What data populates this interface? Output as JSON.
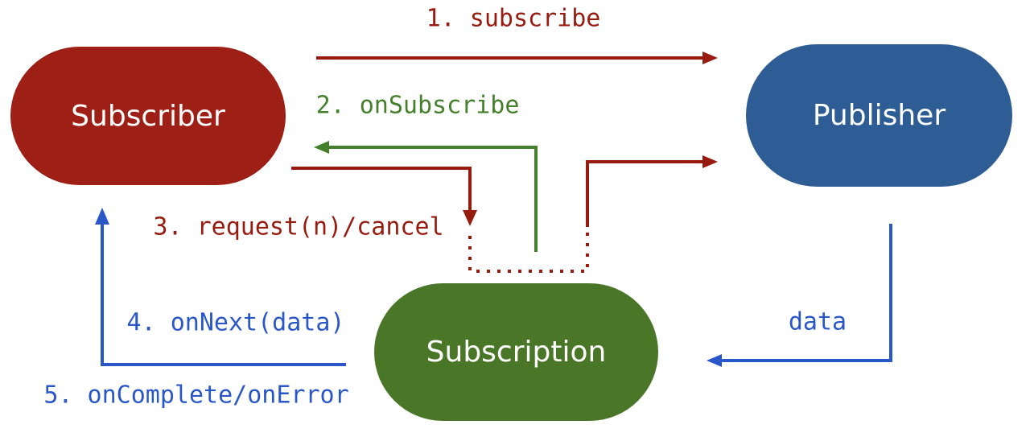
{
  "colors": {
    "background": "#ffffff",
    "subscriber-fill": "#9e1f15",
    "publisher-fill": "#2e5c94",
    "subscription-fill": "#4a7628",
    "red-accent": "#981b10",
    "green-accent": "#45802c",
    "blue-accent": "#2a57c8",
    "node-text": "#ffffff"
  },
  "nodes": {
    "subscriber": {
      "label": "Subscriber"
    },
    "publisher": {
      "label": "Publisher"
    },
    "subscription": {
      "label": "Subscription"
    }
  },
  "edges": {
    "subscribe": {
      "label": "1. subscribe",
      "from": "subscriber",
      "to": "publisher",
      "style": "solid"
    },
    "on_subscribe": {
      "label": "2. onSubscribe",
      "from": "subscription",
      "to": "subscriber",
      "style": "solid"
    },
    "request_cancel": {
      "label": "3. request(n)/cancel",
      "from": "subscriber",
      "to": "subscription",
      "continues_to": "publisher",
      "style": "solid-with-dotted-passthrough"
    },
    "on_next": {
      "label": "4. onNext(data)",
      "from": "subscription",
      "to": "subscriber",
      "style": "solid"
    },
    "on_complete_error": {
      "label": "5. onComplete/onError",
      "from": "subscription",
      "to": "subscriber",
      "style": "solid"
    },
    "data": {
      "label": "data",
      "from": "publisher",
      "to": "subscription",
      "style": "solid"
    }
  }
}
